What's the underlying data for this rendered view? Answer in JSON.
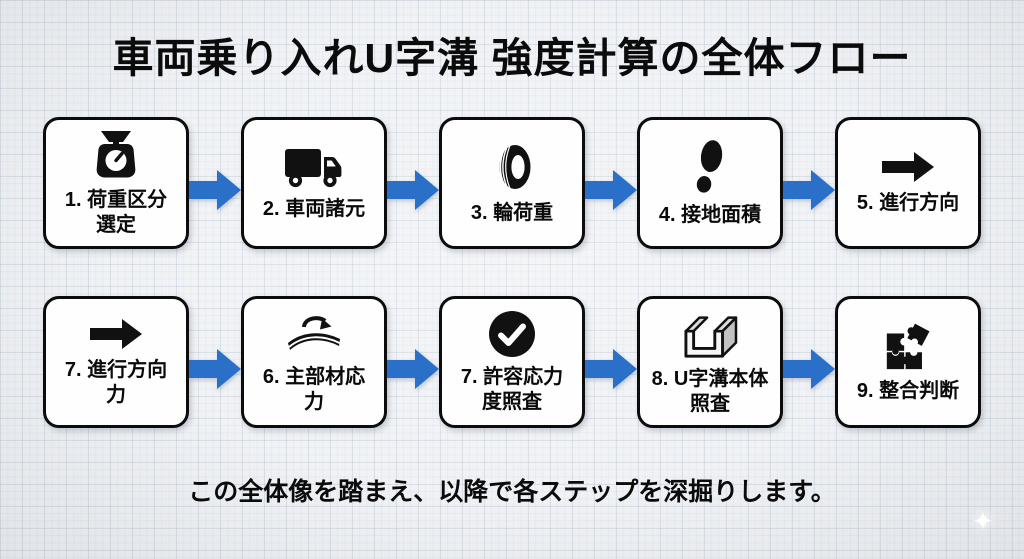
{
  "title": "車両乗り入れU字溝 強度計算の全体フロー",
  "footer": "この全体像を踏まえ、以降で各ステップを深掘りします。",
  "colors": {
    "arrow_blue": "#2a70c8",
    "icon_black": "#111111",
    "box_background": "#fefefe",
    "box_border": "#0c0c0d",
    "page_background": "#f0f2f5"
  },
  "rows": [
    {
      "steps": [
        {
          "label": "1. 荷重区分選定",
          "icon": "scale-icon"
        },
        {
          "label": "2. 車両諸元",
          "icon": "truck-icon"
        },
        {
          "label": "3. 輪荷重",
          "icon": "tire-icon"
        },
        {
          "label": "4. 接地面積",
          "icon": "footprint-icon"
        },
        {
          "label": "5. 進行方向",
          "icon": "arrow-right-icon"
        }
      ]
    },
    {
      "steps": [
        {
          "label": "7. 進行方向力",
          "icon": "arrow-right-icon"
        },
        {
          "label": "6. 主部材応力",
          "icon": "bending-moment-icon"
        },
        {
          "label": "7. 許容応力度照査",
          "icon": "check-circle-icon"
        },
        {
          "label": "8. U字溝本体照査",
          "icon": "u-channel-icon"
        },
        {
          "label": "9. 整合判断",
          "icon": "puzzle-icon"
        }
      ]
    }
  ],
  "watermark": "✦"
}
